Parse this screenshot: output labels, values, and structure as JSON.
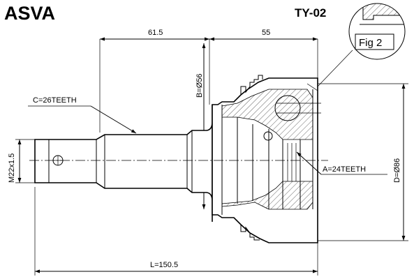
{
  "header": {
    "brand": "ASVA",
    "part_number": "TY-02"
  },
  "figure_label": "Fig 2",
  "dimensions": {
    "top_left": "61.5",
    "top_right": "55",
    "shaft_diameter": "B=Ø56",
    "outer_diameter": "D=Ø86",
    "thread": "M22x1.5",
    "total_length": "L=150.5"
  },
  "callouts": {
    "outer_spline": "C=26TEETH",
    "inner_spline": "A=24TEETH"
  }
}
